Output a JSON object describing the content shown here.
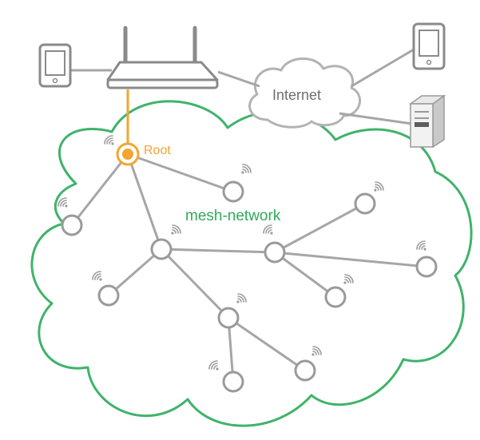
{
  "labels": {
    "root": "Root",
    "internet": "Internet",
    "mesh": "mesh-network"
  },
  "colors": {
    "mesh_border": "#3fb36a",
    "root_accent": "#f3a531",
    "mesh_label": "#2faa5a",
    "link": "#a6a6a6",
    "device_stroke": "#8a8a8a",
    "wifi": "#9c9c9c"
  },
  "icons": [
    "router-icon",
    "tablet-icon",
    "server-icon",
    "cloud-icon",
    "wifi-signal-icon"
  ]
}
